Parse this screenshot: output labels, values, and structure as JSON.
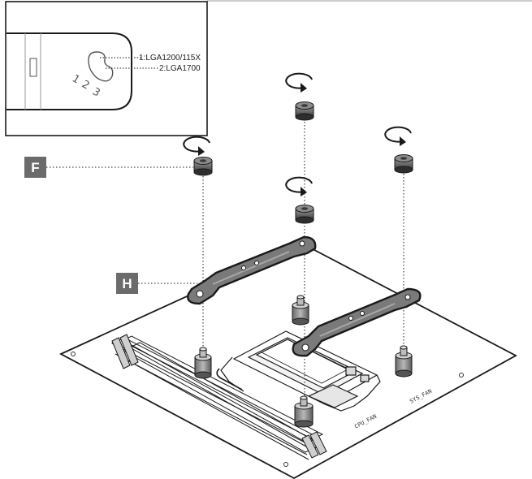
{
  "inset": {
    "option_1": "1:LGA1200/115X",
    "option_2": "2:LGA1700",
    "hole_numbers": [
      "1",
      "2",
      "3"
    ]
  },
  "callouts": {
    "screw_tag": "F",
    "bracket_tag": "H"
  },
  "board_marks": {
    "left": "CPU_FAN",
    "right": "SYS_FAN"
  },
  "colors": {
    "tag_background": "#6b6b6b",
    "part_fill": "#7a7a7a",
    "line": "#1a1a1a"
  }
}
